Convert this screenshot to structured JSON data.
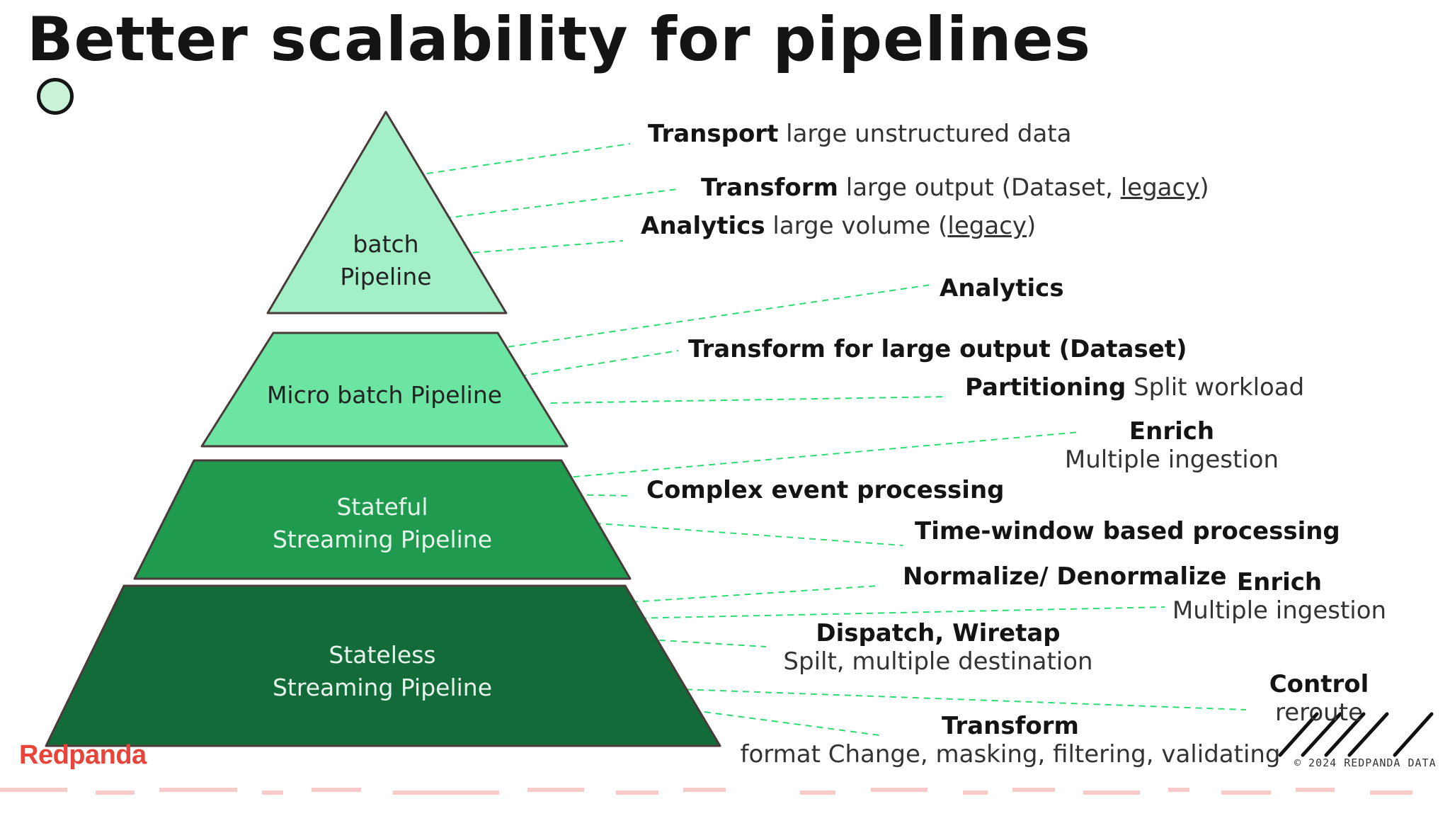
{
  "slide": {
    "title": "Better scalability for pipelines",
    "logo_text": "Redpanda",
    "copyright": "© 2024 REDPANDA DATA"
  },
  "pyramid": [
    {
      "id": "batch",
      "lines": [
        "batch",
        "Pipeline"
      ],
      "fill": "#a3efc7",
      "text_color": "#222222"
    },
    {
      "id": "micro",
      "lines": [
        "Micro batch Pipeline"
      ],
      "fill": "#6ce5a3",
      "text_color": "#222222"
    },
    {
      "id": "stateful",
      "lines": [
        "Stateful",
        "Streaming Pipeline"
      ],
      "fill": "#1f9a4f",
      "text_color": "#e8f5ec"
    },
    {
      "id": "stateless",
      "lines": [
        "Stateless",
        "Streaming Pipeline"
      ],
      "fill": "#136b3a",
      "text_color": "#e8f5ec"
    }
  ],
  "annotations": {
    "transport": {
      "bold": "Transport",
      "rest": " large unstructured data"
    },
    "transform_legacy": {
      "bold": "Transform",
      "rest": " large output (Dataset, ",
      "link": "legacy",
      "tail": ")"
    },
    "analytics_legacy": {
      "bold": "Analytics",
      "rest": " large volume (",
      "link": "legacy",
      "tail": ")"
    },
    "analytics": {
      "bold": "Analytics"
    },
    "transform_dataset": {
      "bold": "Transform for large output (Dataset)"
    },
    "partitioning": {
      "bold": "Partitioning",
      "rest": " Split workload"
    },
    "enrich1": {
      "bold": "Enrich",
      "sub": "Multiple ingestion"
    },
    "cep": {
      "bold": "Complex event processing"
    },
    "timewindow": {
      "bold": "Time-window based processing"
    },
    "normalize": {
      "bold": "Normalize/ Denormalize"
    },
    "enrich2": {
      "bold": "Enrich",
      "sub": "Multiple ingestion"
    },
    "dispatch": {
      "bold": "Dispatch, Wiretap",
      "sub": "Spilt, multiple destination"
    },
    "control": {
      "bold": "Control",
      "sub": "reroute"
    },
    "transform_last": {
      "bold": "Transform",
      "sub": "format Change, masking, filtering, validating"
    }
  },
  "colors": {
    "connector": "#2edb73",
    "outline": "#4a3a3a",
    "accent_red": "#e8443a"
  }
}
